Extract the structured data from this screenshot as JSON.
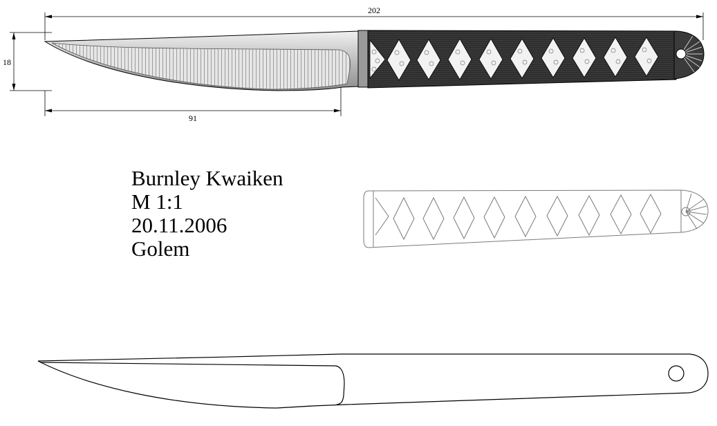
{
  "drawing": {
    "title": "Burnley Kwaiken",
    "scale": "M 1:1",
    "date": "20.11.2006",
    "author": "Golem"
  },
  "dimensions": {
    "overall_length": "202",
    "height": "18",
    "blade_length": "91"
  },
  "colors": {
    "line": "#000000",
    "handle_wrap": "#2b2b2b",
    "blade_grind": "#d9d9d9",
    "outline_sketch": "#7a7a7a"
  }
}
